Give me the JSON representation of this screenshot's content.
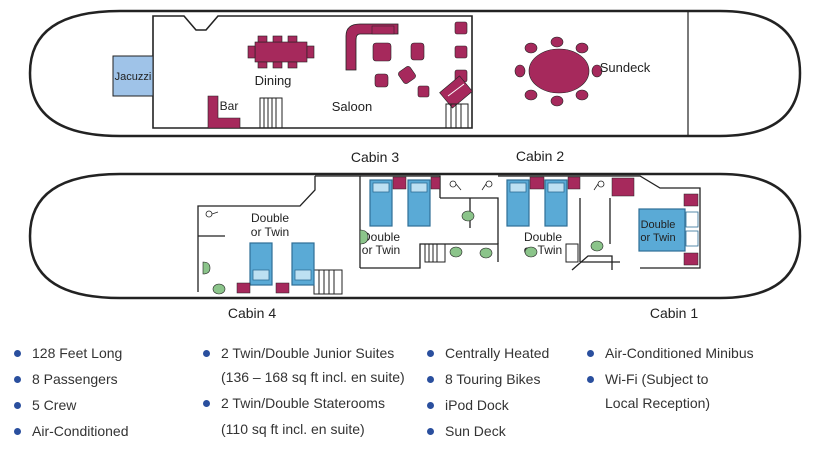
{
  "colors": {
    "furniture": "#a6295c",
    "bed": "#5aaad6",
    "bed_outline": "#2e6f96",
    "jacuzzi": "#9fc3e8",
    "plant": "#8bc48a",
    "outline": "#222222"
  },
  "upper_deck": {
    "jacuzzi": "Jacuzzi",
    "dining": "Dining",
    "bar": "Bar",
    "saloon": "Saloon",
    "sundeck": "Sundeck"
  },
  "cabins": {
    "cabin1": "Cabin 1",
    "cabin2": "Cabin 2",
    "cabin3": "Cabin 3",
    "cabin4": "Cabin 4"
  },
  "bed_labels": {
    "cabin4": [
      "Double",
      "or Twin"
    ],
    "cabin3": [
      "Double",
      "or Twin"
    ],
    "cabin2": [
      "Double",
      "or Twin"
    ],
    "cabin1": [
      "Double",
      "or Twin"
    ]
  },
  "features": {
    "col1": [
      "128 Feet Long",
      "8 Passengers",
      "5 Crew",
      "Air-Conditioned"
    ],
    "col2": [
      {
        "title": "2 Twin/Double Junior Suites",
        "detail": "(136 – 168 sq ft incl. en suite)"
      },
      {
        "title": "2 Twin/Double Staterooms",
        "detail": "(110 sq ft incl. en suite)"
      }
    ],
    "col3": [
      "Centrally Heated",
      "8 Touring Bikes",
      "iPod Dock",
      "Sun Deck"
    ],
    "col4": [
      {
        "title": "Air-Conditioned Minibus"
      },
      {
        "title": "Wi-Fi (Subject to",
        "detail": "Local Reception)"
      }
    ]
  }
}
